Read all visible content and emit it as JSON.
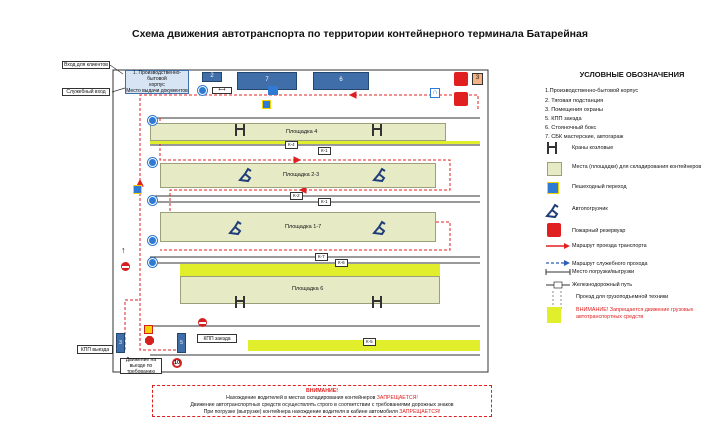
{
  "title": "Схема движения автотранспорта по территории контейнерного терминала Батарейная",
  "buildings": {
    "b1_line1": "1. Производственно-бытовой",
    "b1_line2": "корпус",
    "b1_line3": "Место выдачи документов",
    "b2": "2",
    "b3": "3",
    "b6": "6",
    "b7": "7",
    "kpp_zaezd": "КПП заезда",
    "kpp_vyezd": "КПП выезда",
    "b3_small": "3",
    "b5_small": "5"
  },
  "callouts": {
    "client_entry": "Вход для клиентов",
    "service_entry": "Служебный вход",
    "stop_note": "Движение на вьезде по требованию"
  },
  "platforms": {
    "p4": "Площадка 4",
    "p23": "Площадка 2-3",
    "p17": "Площадка 1-7",
    "p6": "Площадка 6"
  },
  "rail_marks": [
    "К-4",
    "К-1",
    "К-2",
    "К-1",
    "К-7",
    "К-6",
    "К-5"
  ],
  "speed_limit": "10",
  "legend": {
    "title": "УСЛОВНЫЕ ОБОЗНАЧЕНИЯ",
    "items": [
      "1.Производственно-бытовой корпус",
      "2. Тяговая подстанция",
      "3. Помещения охраны",
      "5. КПП заезда",
      "6. Стояночный бокс",
      "7. СБК мастерские, автогараж"
    ],
    "cranes": "Краны козловые",
    "areas": "Места (площадки) для складирования контейнеров",
    "crossing": "Пешеходный переход",
    "loader": "Автопогрузчик",
    "fire": "Пожарный резервуар",
    "route": "Маршрут проезда транспорта",
    "service_route": "Маршрут служебного прохода",
    "loading": "Место погрузки/выгрузки",
    "railway": "Железнодорожный путь",
    "lift_passage": "Проезд для грузоподъемной техники",
    "ban": "ВНИМАНИЕ! Запрещается движение грузовых автотранспортных средств"
  },
  "warning": {
    "head": "ВНИМАНИЕ!",
    "l1a": "Нахождение водителей в местах складирования контейнеров ",
    "l1b": "ЗАПРЕЩАЕТСЯ!",
    "l2": "Движение автотранспортных средств осуществлять строго в соответствии с требованиями дорожных знаков",
    "l3a": "При погрузке (выгрузке) контейнера нахождение водителя в кабине автомобиля ",
    "l3b": "ЗАПРЕЩАЕТСЯ!"
  },
  "colors": {
    "route": "#e02020",
    "platform": "#e6ebc6",
    "loading_strip": "#e1ee2b",
    "building": "#3f6ea8",
    "sign_blue": "#2f7bd3"
  },
  "icons": [
    "loader-icon",
    "crane-icon",
    "fire-reservoir-icon",
    "crossing-icon",
    "stop-sign-icon",
    "no-entry-icon"
  ]
}
